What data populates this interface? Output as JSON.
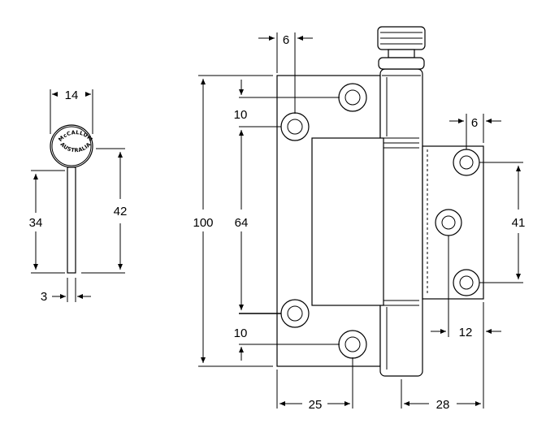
{
  "dimensions": {
    "side_head_width": "14",
    "side_total_height": "42",
    "side_pin_height": "34",
    "side_pin_thickness": "3",
    "top_hole_offset": "6",
    "top_hole_spacing_upper": "10",
    "overall_height": "100",
    "hole_spacing_large": "64",
    "bottom_hole_spacing": "10",
    "bottom_leaf_width": "25",
    "right_hole_offset": "6",
    "right_hole_spacing": "41",
    "right_hole_inset": "12",
    "right_leaf_width": "28"
  },
  "logo": {
    "line1": "McCALLUM",
    "line2": "AUSTRALIA"
  }
}
